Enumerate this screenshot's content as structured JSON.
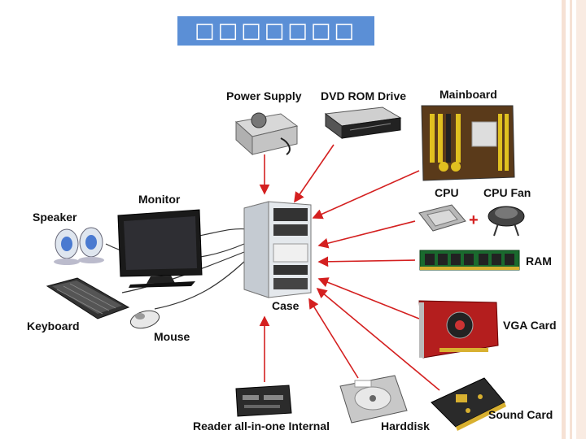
{
  "slide": {
    "title": "□□□□□□□"
  },
  "components": {
    "power_supply": "Power Supply",
    "dvd_rom": "DVD ROM Drive",
    "mainboard": "Mainboard",
    "cpu": "CPU",
    "cpu_fan": "CPU Fan",
    "plus": "+",
    "ram": "RAM",
    "vga_card": "VGA Card",
    "sound_card": "Sound Card",
    "harddisk": "Harddisk",
    "card_reader": "Reader all-in-one Internal",
    "case": "Case",
    "monitor": "Monitor",
    "speaker": "Speaker",
    "keyboard": "Keyboard",
    "mouse": "Mouse"
  },
  "colors": {
    "title_bg": "#5b8fd6",
    "arrow": "#d42020",
    "stripe": "#f4d9c9"
  }
}
